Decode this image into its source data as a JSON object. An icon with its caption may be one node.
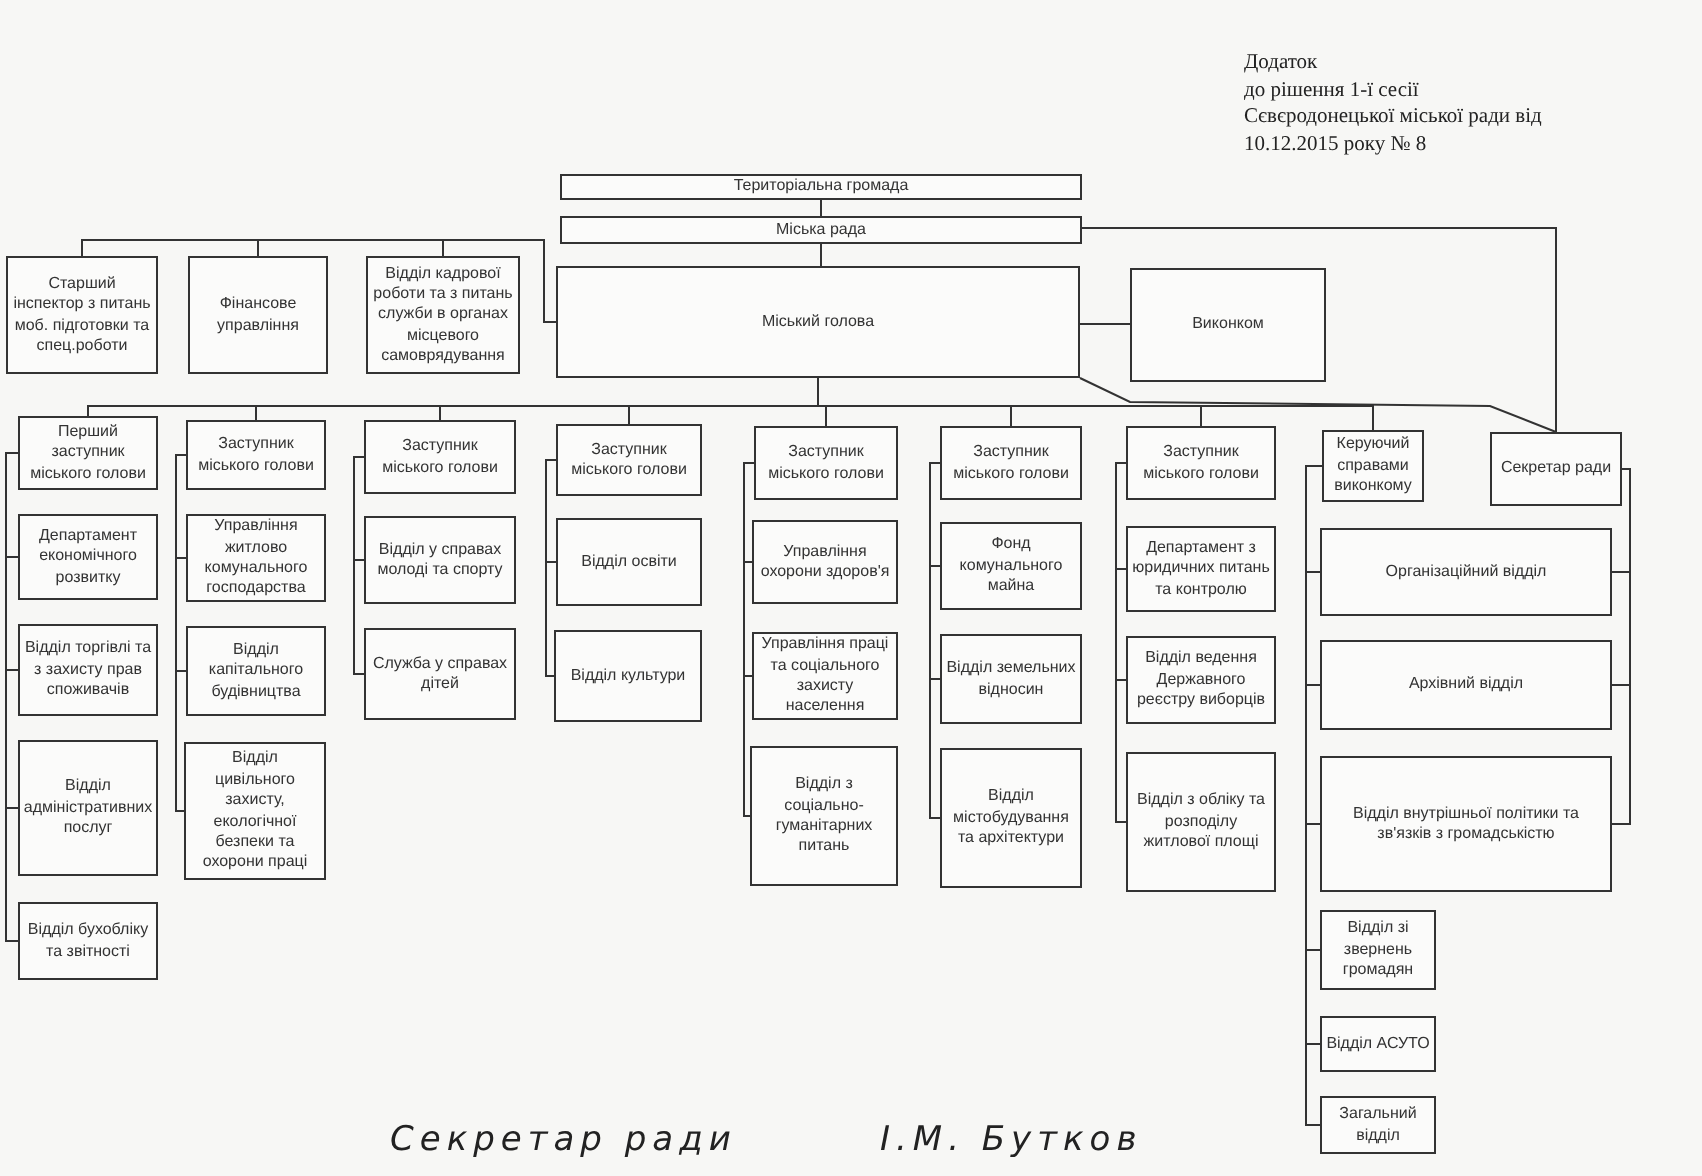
{
  "diagram": {
    "nodes": [
      {
        "text": [
          "Територіальна громада"
        ]
      },
      {
        "text": [
          "Міська рада"
        ]
      },
      {
        "text": [
          "Міський голова"
        ]
      },
      {
        "text": [
          "Виконком"
        ]
      },
      {
        "text": [
          "Старший інспектор з питань моб. підготовки та спец.роботи"
        ]
      },
      {
        "text": [
          "Фінансове управління"
        ]
      },
      {
        "text": [
          "Відділ кадрової роботи та з питань служби в органах місцевого самоврядування"
        ]
      },
      {
        "text": [
          "Перший заступник міського голови"
        ]
      },
      {
        "text": [
          "Заступник міського голови"
        ]
      },
      {
        "text": [
          "Заступник міського голови"
        ]
      },
      {
        "text": [
          "Заступник міського голови"
        ]
      },
      {
        "text": [
          "Заступник міського голови"
        ]
      },
      {
        "text": [
          "Заступник міського голови"
        ]
      },
      {
        "text": [
          "Заступник міського голови"
        ]
      },
      {
        "text": [
          "Керуючий справами виконкому"
        ]
      },
      {
        "text": [
          "Секретар ради"
        ]
      },
      {
        "text": [
          "Департамент економічного розвитку"
        ]
      },
      {
        "text": [
          "Відділ торгівлі та з захисту прав споживачів"
        ]
      },
      {
        "text": [
          "Відділ адміністративних послуг"
        ]
      },
      {
        "text": [
          "Відділ бухобліку та звітності"
        ]
      },
      {
        "text": [
          "Управління житлово комунального господарства"
        ]
      },
      {
        "text": [
          "Відділ капітального будівництва"
        ]
      },
      {
        "text": [
          "Відділ цивільного захисту, екологічної безпеки та охорони праці"
        ]
      },
      {
        "text": [
          "Відділ у справах молоді та спорту"
        ]
      },
      {
        "text": [
          "Служба у справах дітей"
        ]
      },
      {
        "text": [
          "Відділ освіти"
        ]
      },
      {
        "text": [
          "Відділ культури"
        ]
      },
      {
        "text": [
          "Управління охорони здоров'я"
        ]
      },
      {
        "text": [
          "Управління праці та соціального захисту населення"
        ]
      },
      {
        "text": [
          "Відділ з соціально-гуманітарних питань"
        ]
      },
      {
        "text": [
          "Фонд комунального майна"
        ]
      },
      {
        "text": [
          "Відділ земельних відносин"
        ]
      },
      {
        "text": [
          "Відділ містобудування та архітектури"
        ]
      },
      {
        "text": [
          "Департамент з юридичних питань та контролю"
        ]
      },
      {
        "text": [
          "Відділ ведення Державного реєстру виборців"
        ]
      },
      {
        "text": [
          "Відділ з обліку та розподілу житлової площі"
        ]
      },
      {
        "text": [
          "Організаційний відділ"
        ]
      },
      {
        "text": [
          "Архівний відділ"
        ]
      },
      {
        "text": [
          "Відділ внутрішньої політики та зв'язків з громадськістю"
        ]
      },
      {
        "text": [
          "Відділ зі звернень громадян"
        ]
      },
      {
        "text": [
          "Відділ АСУТО"
        ]
      },
      {
        "text": [
          "Загальний відділ"
        ]
      }
    ],
    "edges": [
      {
        "from": 0,
        "to": 1,
        "arrow": "none"
      },
      {
        "from": 1,
        "to": 2,
        "arrow": "none"
      },
      {
        "from": 2,
        "to": 4,
        "arrow": "none"
      },
      {
        "from": 2,
        "to": 5,
        "arrow": "none"
      },
      {
        "from": 2,
        "to": 6,
        "arrow": "none"
      },
      {
        "from": 2,
        "to": 3,
        "arrow": "none"
      },
      {
        "from": 1,
        "to": 15,
        "arrow": "none"
      },
      {
        "from": 2,
        "to": 15,
        "arrow": "none"
      },
      {
        "from": 2,
        "to": 7,
        "arrow": "none"
      },
      {
        "from": 2,
        "to": 8,
        "arrow": "none"
      },
      {
        "from": 2,
        "to": 9,
        "arrow": "none"
      },
      {
        "from": 2,
        "to": 10,
        "arrow": "none"
      },
      {
        "from": 2,
        "to": 11,
        "arrow": "none"
      },
      {
        "from": 2,
        "to": 12,
        "arrow": "none"
      },
      {
        "from": 2,
        "to": 13,
        "arrow": "none"
      },
      {
        "from": 2,
        "to": 14,
        "arrow": "none"
      },
      {
        "from": 7,
        "to": 16,
        "arrow": "none"
      },
      {
        "from": 7,
        "to": 17,
        "arrow": "none"
      },
      {
        "from": 7,
        "to": 18,
        "arrow": "none"
      },
      {
        "from": 7,
        "to": 19,
        "arrow": "none"
      },
      {
        "from": 8,
        "to": 20,
        "arrow": "none"
      },
      {
        "from": 8,
        "to": 21,
        "arrow": "none"
      },
      {
        "from": 8,
        "to": 22,
        "arrow": "none"
      },
      {
        "from": 9,
        "to": 23,
        "arrow": "none"
      },
      {
        "from": 9,
        "to": 24,
        "arrow": "none"
      },
      {
        "from": 10,
        "to": 25,
        "arrow": "none"
      },
      {
        "from": 10,
        "to": 26,
        "arrow": "none"
      },
      {
        "from": 11,
        "to": 27,
        "arrow": "none"
      },
      {
        "from": 11,
        "to": 28,
        "arrow": "none"
      },
      {
        "from": 11,
        "to": 29,
        "arrow": "none"
      },
      {
        "from": 12,
        "to": 30,
        "arrow": "none"
      },
      {
        "from": 12,
        "to": 31,
        "arrow": "none"
      },
      {
        "from": 12,
        "to": 32,
        "arrow": "none"
      },
      {
        "from": 13,
        "to": 33,
        "arrow": "none"
      },
      {
        "from": 13,
        "to": 34,
        "arrow": "none"
      },
      {
        "from": 13,
        "to": 35,
        "arrow": "none"
      },
      {
        "from": 14,
        "to": 36,
        "arrow": "none"
      },
      {
        "from": 14,
        "to": 37,
        "arrow": "none"
      },
      {
        "from": 14,
        "to": 38,
        "arrow": "none"
      },
      {
        "from": 14,
        "to": 39,
        "arrow": "none"
      },
      {
        "from": 14,
        "to": 40,
        "arrow": "none"
      },
      {
        "from": 14,
        "to": 41,
        "arrow": "none"
      },
      {
        "from": 15,
        "to": 36,
        "arrow": "none"
      },
      {
        "from": 15,
        "to": 37,
        "arrow": "none"
      },
      {
        "from": 15,
        "to": 38,
        "arrow": "none"
      }
    ],
    "labels": [
      "Додаток",
      "до рішення 1-ї сесії",
      "Сєвєродонецької міської ради від",
      "10.12.2015 року № 8",
      "Секретар ради",
      "І.М. Бутков"
    ]
  }
}
